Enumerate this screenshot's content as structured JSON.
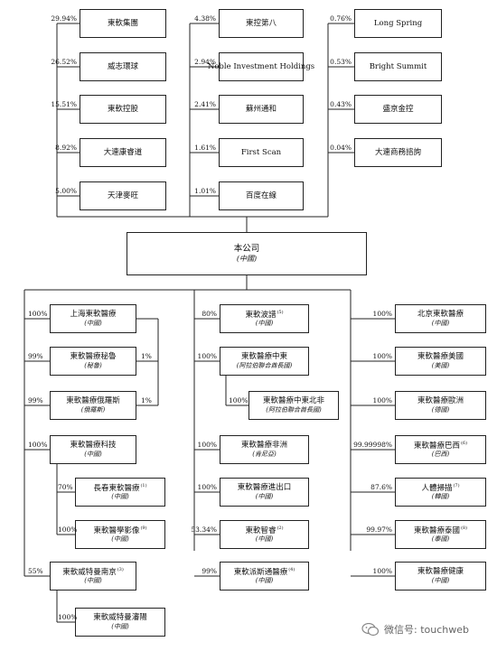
{
  "shareholders": {
    "col1": [
      {
        "name": "東軟集團",
        "pct": "29.94%"
      },
      {
        "name": "威志環球",
        "pct": "26.52%"
      },
      {
        "name": "東軟控股",
        "pct": "15.51%"
      },
      {
        "name": "大連康睿道",
        "pct": "8.92%"
      },
      {
        "name": "天津麥旺",
        "pct": "5.00%"
      }
    ],
    "col2": [
      {
        "name": "東控第八",
        "pct": "4.38%"
      },
      {
        "name": "Noble Investment Holdings",
        "pct": "2.94%"
      },
      {
        "name": "蘇州通和",
        "pct": "2.41%"
      },
      {
        "name": "First Scan",
        "pct": "1.61%"
      },
      {
        "name": "百度在線",
        "pct": "1.01%"
      }
    ],
    "col3": [
      {
        "name": "Long Spring",
        "pct": "0.76%"
      },
      {
        "name": "Bright Summit",
        "pct": "0.53%"
      },
      {
        "name": "盛京金控",
        "pct": "0.43%"
      },
      {
        "name": "大連商務諮詢",
        "pct": "0.04%"
      }
    ]
  },
  "company": {
    "name": "本公司",
    "sub": "(中國)"
  },
  "subsidiaries": {
    "left": [
      {
        "name": "上海東軟醫療",
        "sub": "(中國)",
        "pct": "100%"
      },
      {
        "name": "東軟醫療秘魯",
        "sub": "(秘魯)",
        "pct": "99%",
        "pct2": "1%"
      },
      {
        "name": "東軟醫療俄羅斯",
        "sub": "(俄羅斯)",
        "pct": "99%",
        "pct2": "1%"
      },
      {
        "name": "東軟醫療科技",
        "sub": "(中國)",
        "pct": "100%"
      },
      {
        "name": "長春東軟醫療",
        "note": "(1)",
        "sub": "(中國)",
        "pct": "70%"
      },
      {
        "name": "東軟醫學影像",
        "note": "(9)",
        "sub": "(中國)",
        "pct": "100%"
      },
      {
        "name": "東軟威特曼南京",
        "note": "(3)",
        "sub": "(中國)",
        "pct": "55%"
      },
      {
        "name": "東軟威特曼瀋陽",
        "sub": "(中國)",
        "pct": "100%"
      }
    ],
    "middle": [
      {
        "name": "東軟波譜",
        "note": "(5)",
        "sub": "(中國)",
        "pct": "80%"
      },
      {
        "name": "東軟醫療中東",
        "sub": "(阿拉伯聯合酋長國)",
        "pct": "100%"
      },
      {
        "name": "東軟醫療中東北非",
        "sub": "(阿拉伯聯合酋長國)",
        "pct": "100%"
      },
      {
        "name": "東軟醫療非洲",
        "sub": "(肯尼亞)",
        "pct": "100%"
      },
      {
        "name": "東軟醫療進出口",
        "sub": "(中國)",
        "pct": "100%"
      },
      {
        "name": "東軟智睿",
        "note": "(2)",
        "sub": "(中國)",
        "pct": "53.34%"
      },
      {
        "name": "東軟派斯通醫療",
        "note": "(4)",
        "sub": "(中國)",
        "pct": "99%"
      }
    ],
    "right": [
      {
        "name": "北京東軟醫療",
        "sub": "(中國)",
        "pct": "100%"
      },
      {
        "name": "東軟醫療美國",
        "sub": "(美國)",
        "pct": "100%"
      },
      {
        "name": "東軟醫療歐洲",
        "sub": "(德國)",
        "pct": "100%"
      },
      {
        "name": "東軟醫療巴西",
        "note": "(6)",
        "sub": "(巴西)",
        "pct": "99.99998%"
      },
      {
        "name": "人體掃描",
        "note": "(7)",
        "sub": "(韓國)",
        "pct": "87.6%"
      },
      {
        "name": "東軟醫療泰國",
        "note": "(8)",
        "sub": "(泰國)",
        "pct": "99.97%"
      },
      {
        "name": "東軟醫療健康",
        "sub": "(中國)",
        "pct": "100%"
      }
    ]
  },
  "watermark": {
    "text": "微信号: touchweb",
    "icon": "wechat-icon"
  }
}
